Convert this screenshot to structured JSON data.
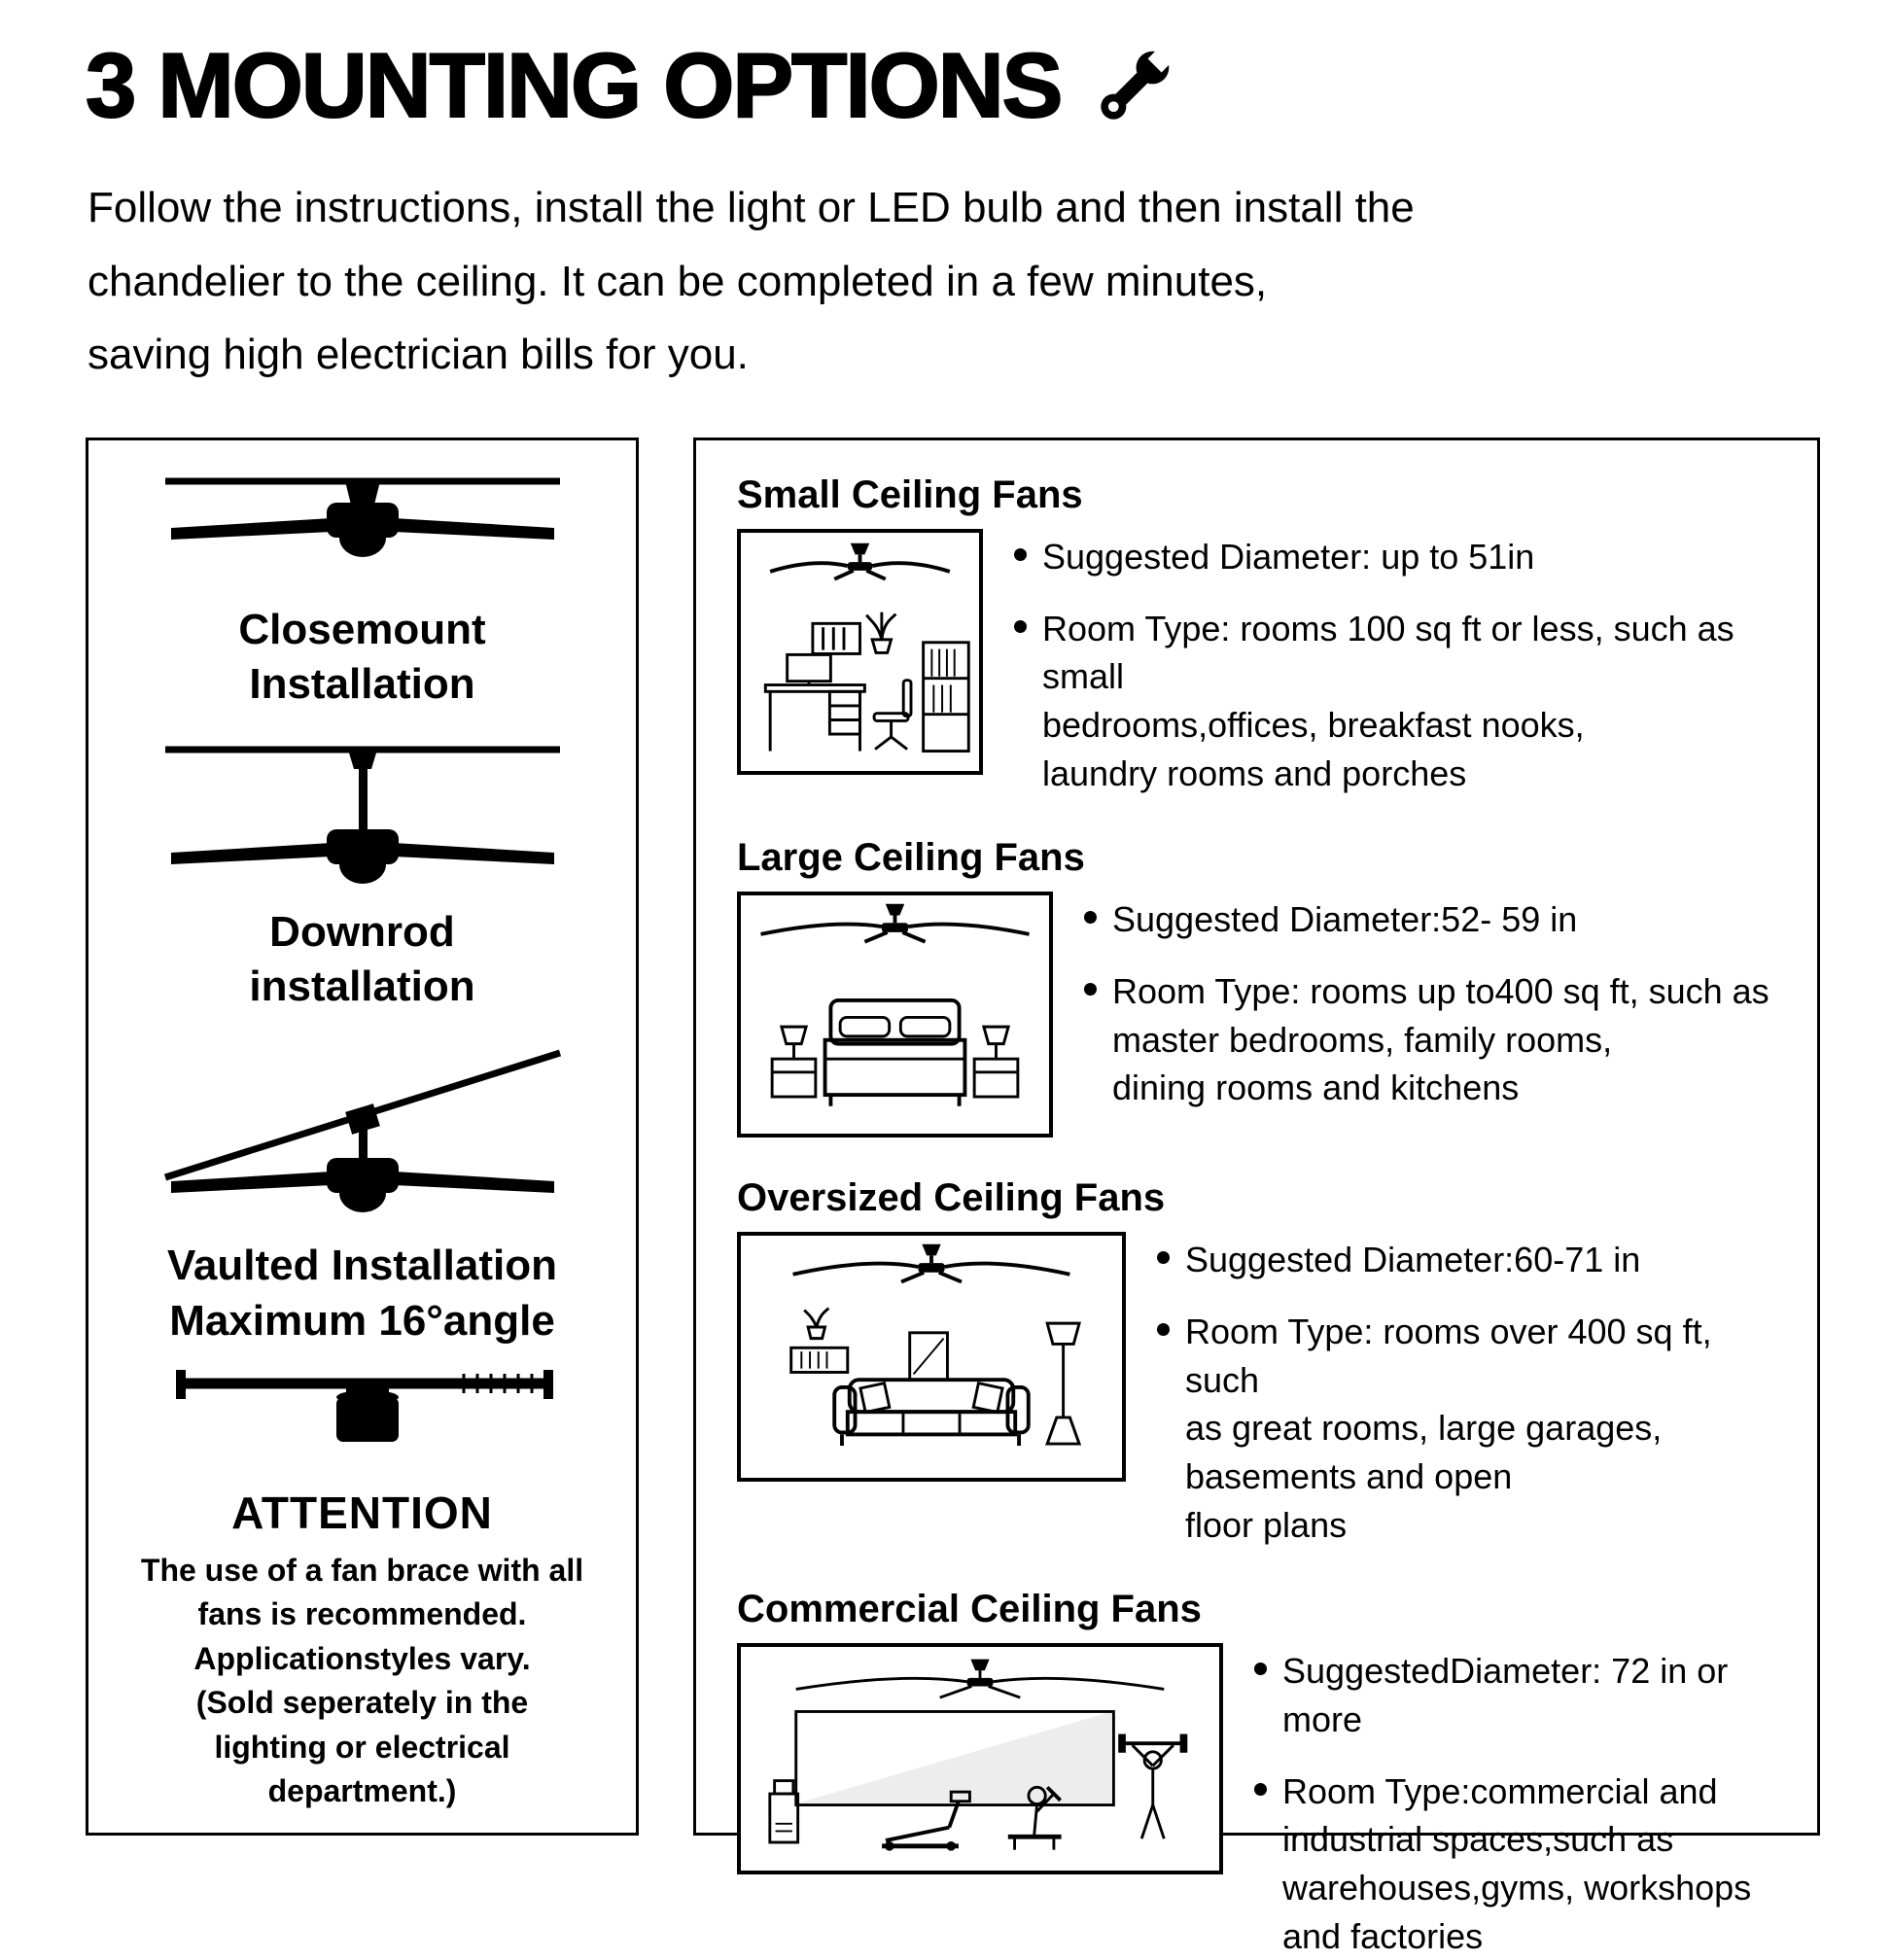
{
  "header": {
    "title": "3 MOUNTING OPTIONS",
    "intro": "Follow the instructions, install the light or LED bulb and then install the\nchandelier to the ceiling. It can be completed in a few minutes,\nsaving high electrician bills for you."
  },
  "left_panel": {
    "closemount_label": "Closemount\nInstallation",
    "downrod_label": "Downrod\ninstallation",
    "vaulted_label": "Vaulted Installation\nMaximum 16°angle",
    "attention_title": "ATTENTION",
    "attention_text": "The use of a fan brace with all\nfans is recommended.\nApplicationstyles vary.\n(Sold seperately in the\nlighting or electrical\ndepartment.)"
  },
  "right_panel": {
    "sections": [
      {
        "heading": "Small Ceiling Fans",
        "bullets": [
          "Suggested Diameter: up to 51in",
          "Room Type: rooms 100 sq ft or less, such as small\nbedrooms,offices, breakfast nooks,\nlaundry rooms and porches"
        ]
      },
      {
        "heading": "Large Ceiling Fans",
        "bullets": [
          "Suggested Diameter:52- 59 in",
          "Room Type: rooms up to400 sq ft, such as\nmaster bedrooms, family rooms,\ndining rooms and kitchens"
        ]
      },
      {
        "heading": "Oversized Ceiling Fans",
        "bullets": [
          "Suggested Diameter:60-71 in",
          "Room Type: rooms over 400 sq ft, such\nas great rooms, large garages,\nbasements and open\nfloor plans"
        ]
      },
      {
        "heading": "Commercial Ceiling Fans",
        "bullets": [
          "SuggestedDiameter: 72 in or more",
          "Room Type:commercial and\nindustrial spaces,such as\nwarehouses,gyms, workshops\nand factories"
        ]
      }
    ]
  },
  "colors": {
    "ink": "#000000",
    "background": "#ffffff",
    "shade": "#ededed"
  }
}
